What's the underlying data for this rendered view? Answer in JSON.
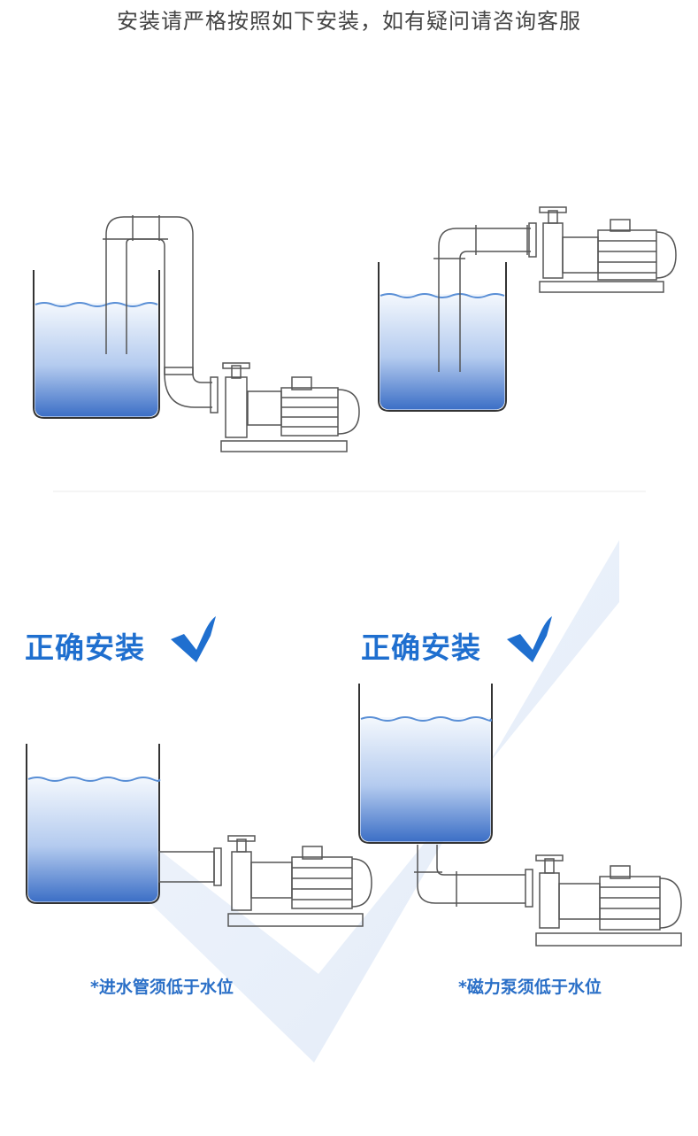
{
  "header": {
    "title": "安装请严格按照如下安装，如有疑问请咨询客服"
  },
  "sections": [
    {
      "heading": "正确安装",
      "note": "*进水管须低于水位"
    },
    {
      "heading": "正确安装",
      "note": "*磁力泵须低于水位"
    }
  ],
  "colors": {
    "accent_blue": "#1f6fcf",
    "water_top": "#e8f2fb",
    "water_bottom": "#3d74c9",
    "line_gray": "#555555"
  },
  "icons": [
    "check-icon",
    "check-icon"
  ]
}
